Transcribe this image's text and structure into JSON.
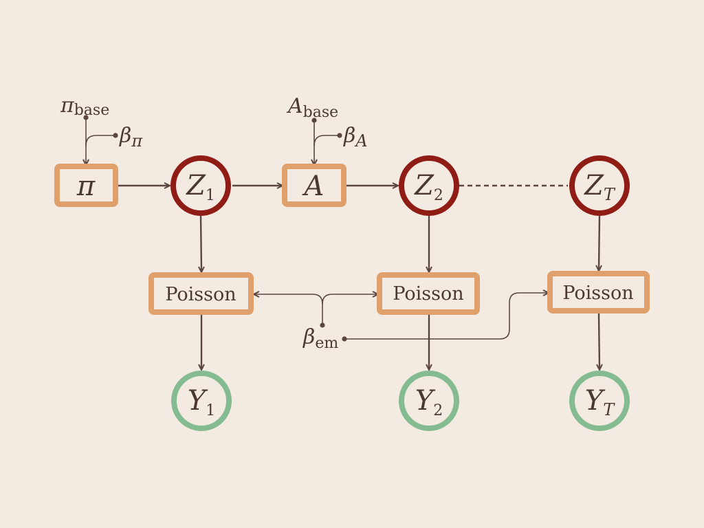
{
  "nodes": {
    "pi": {
      "label": "π"
    },
    "A": {
      "label": "A"
    },
    "Z1": {
      "base": "Z",
      "sub": "1"
    },
    "Z2": {
      "base": "Z",
      "sub": "2"
    },
    "ZT": {
      "base": "Z",
      "sub": "T"
    },
    "Y1": {
      "base": "Y",
      "sub": "1"
    },
    "Y2": {
      "base": "Y",
      "sub": "2"
    },
    "YT": {
      "base": "Y",
      "sub": "T"
    },
    "poisson": {
      "label": "Poisson"
    }
  },
  "params": {
    "pi_base": {
      "base": "π",
      "sub": "base"
    },
    "beta_pi": {
      "base": "β",
      "sub": "π"
    },
    "A_base": {
      "base": "A",
      "sub": "base"
    },
    "beta_A": {
      "base": "β",
      "sub": "A"
    },
    "beta_em": {
      "base": "β",
      "sub": "em"
    }
  },
  "colors": {
    "background": "#f3ebe2",
    "box_border": "#e0a06c",
    "latent_border": "#8f1d16",
    "observed_border": "#85bb90",
    "edge": "#5a4540",
    "text": "#4a3835"
  }
}
